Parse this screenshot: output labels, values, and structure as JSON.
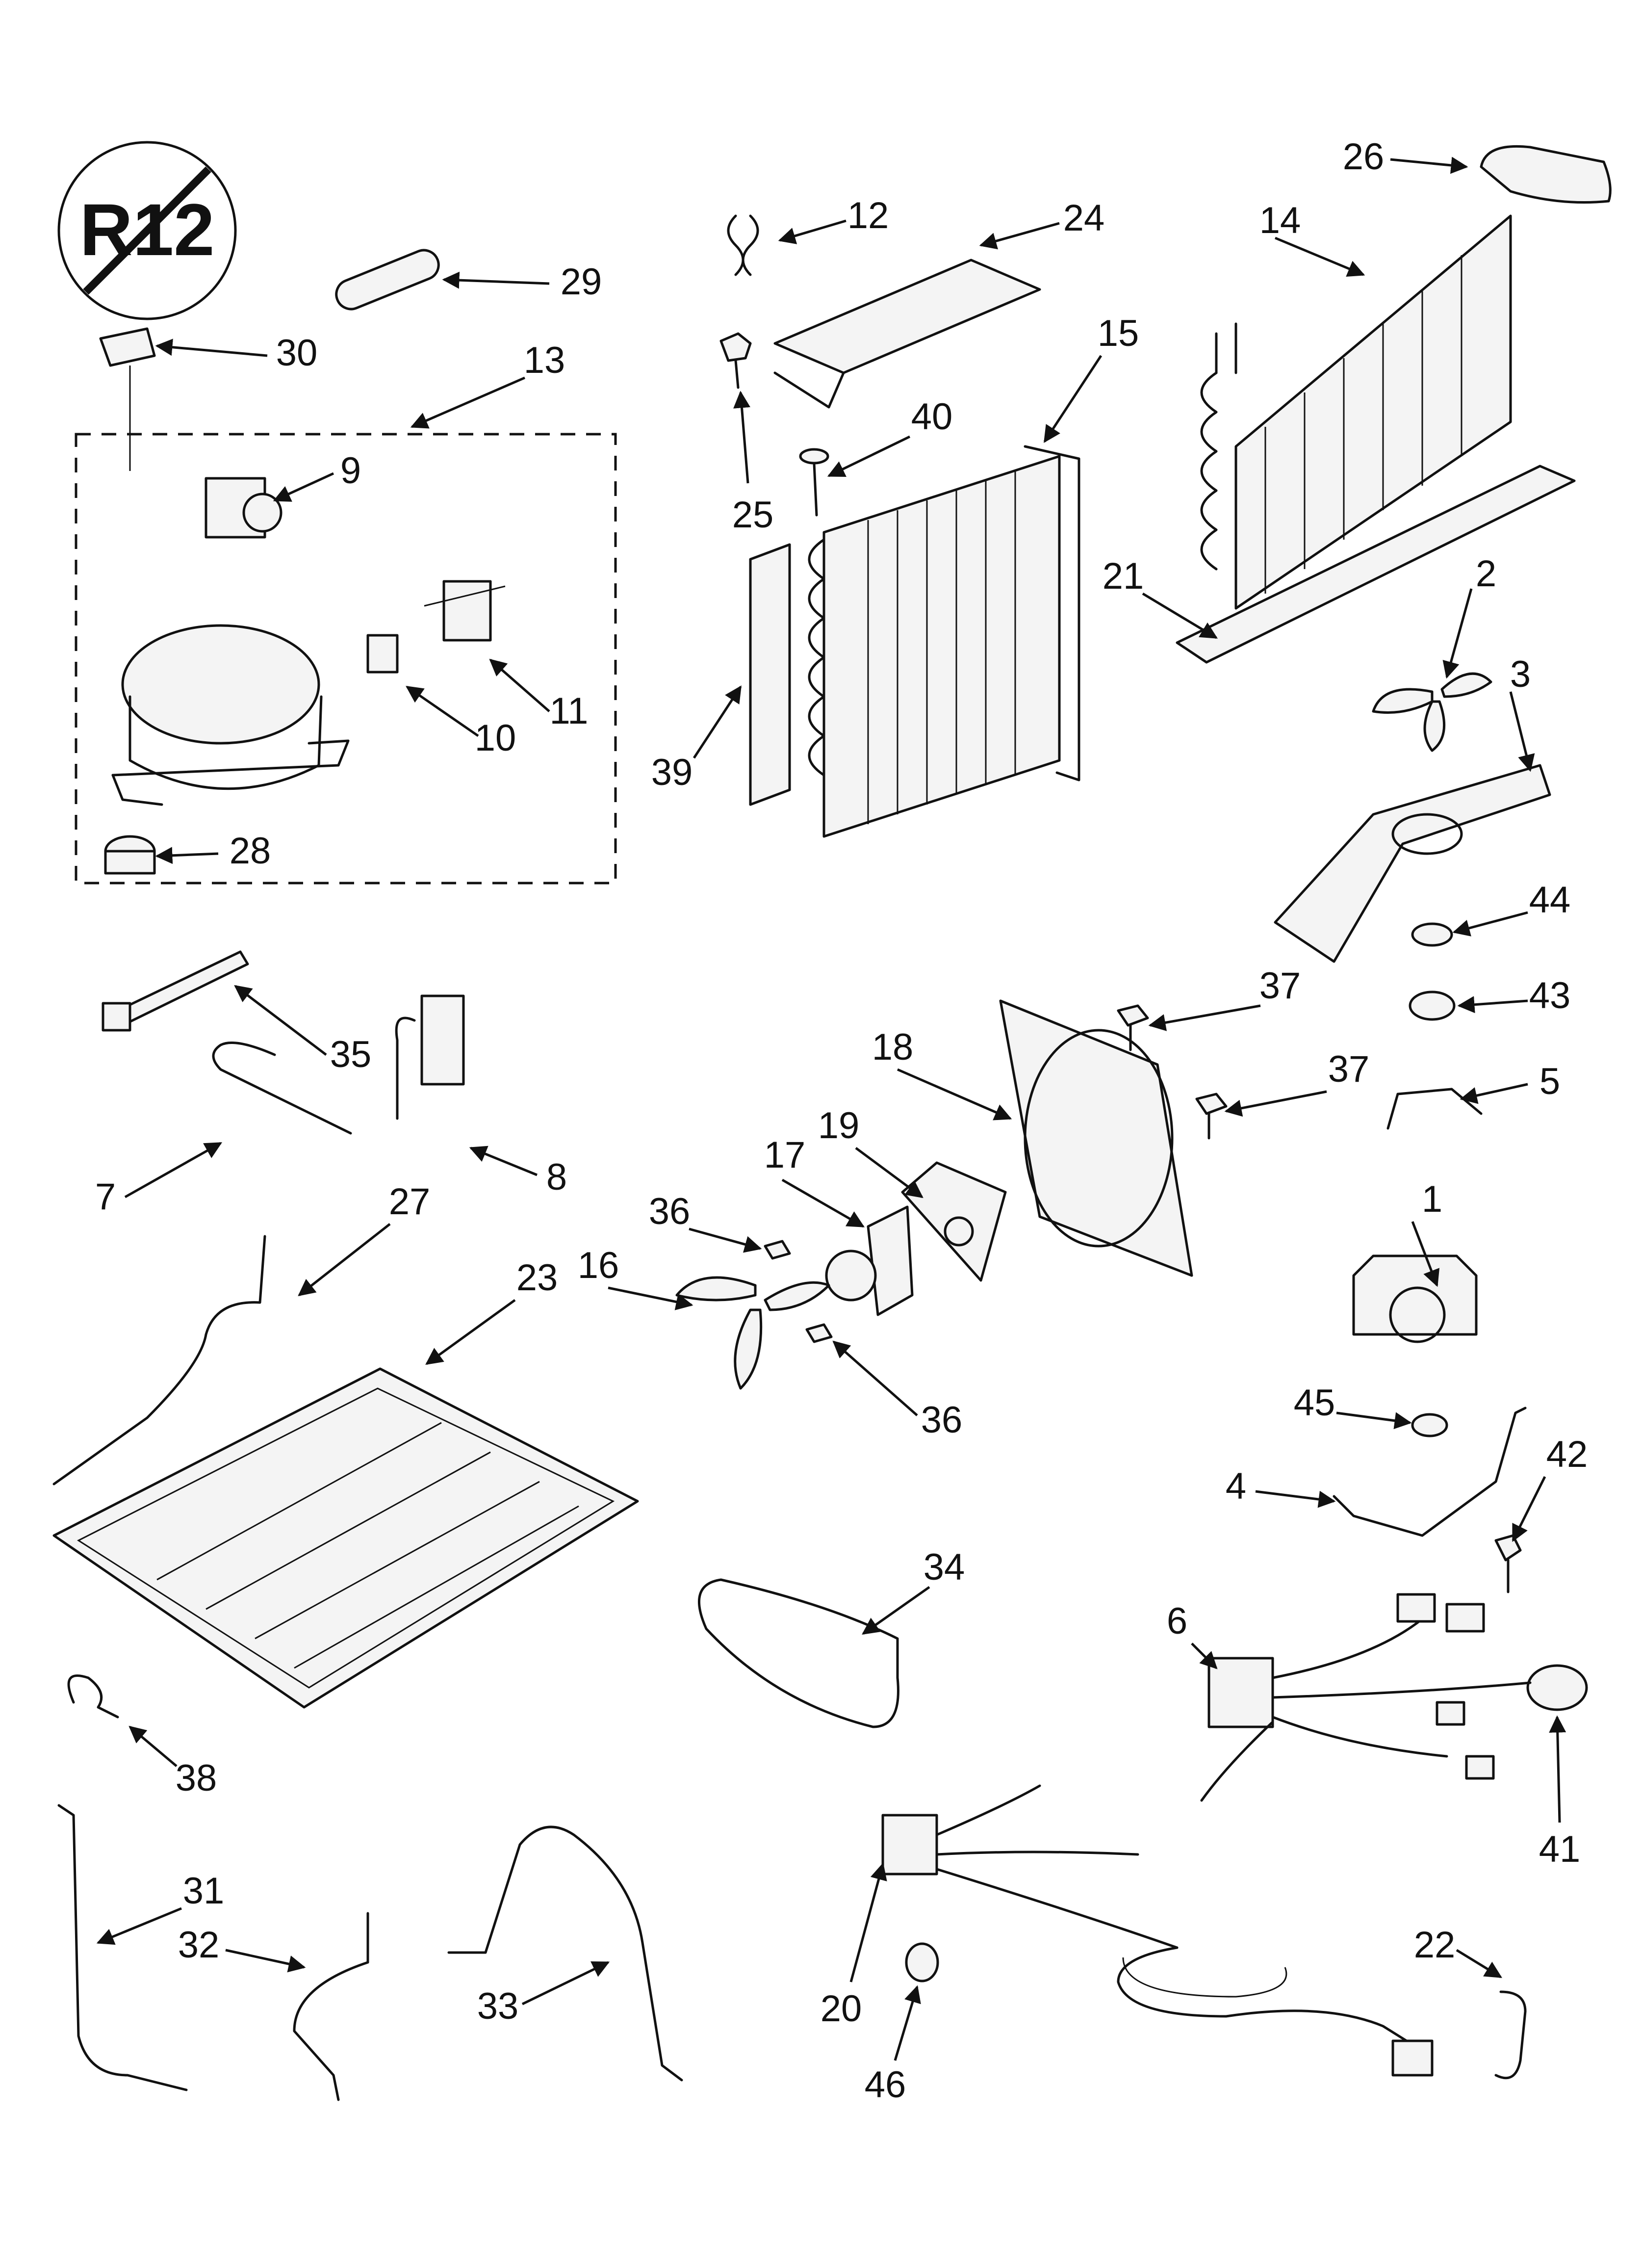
{
  "symbol": {
    "text": "R12",
    "meaning": "no-symbol"
  },
  "callouts": [
    {
      "n": "1"
    },
    {
      "n": "2"
    },
    {
      "n": "3"
    },
    {
      "n": "4"
    },
    {
      "n": "5"
    },
    {
      "n": "6"
    },
    {
      "n": "7"
    },
    {
      "n": "8"
    },
    {
      "n": "9"
    },
    {
      "n": "10"
    },
    {
      "n": "11"
    },
    {
      "n": "12"
    },
    {
      "n": "13"
    },
    {
      "n": "14"
    },
    {
      "n": "15"
    },
    {
      "n": "16"
    },
    {
      "n": "17"
    },
    {
      "n": "18"
    },
    {
      "n": "19"
    },
    {
      "n": "20"
    },
    {
      "n": "21"
    },
    {
      "n": "22"
    },
    {
      "n": "23"
    },
    {
      "n": "24"
    },
    {
      "n": "25"
    },
    {
      "n": "26"
    },
    {
      "n": "27"
    },
    {
      "n": "28"
    },
    {
      "n": "29"
    },
    {
      "n": "30"
    },
    {
      "n": "31"
    },
    {
      "n": "32"
    },
    {
      "n": "33"
    },
    {
      "n": "34"
    },
    {
      "n": "35"
    },
    {
      "n": "36"
    },
    {
      "n": "36"
    },
    {
      "n": "37"
    },
    {
      "n": "37"
    },
    {
      "n": "38"
    },
    {
      "n": "39"
    },
    {
      "n": "40"
    },
    {
      "n": "41"
    },
    {
      "n": "42"
    },
    {
      "n": "43"
    },
    {
      "n": "44"
    },
    {
      "n": "45"
    },
    {
      "n": "46"
    }
  ]
}
